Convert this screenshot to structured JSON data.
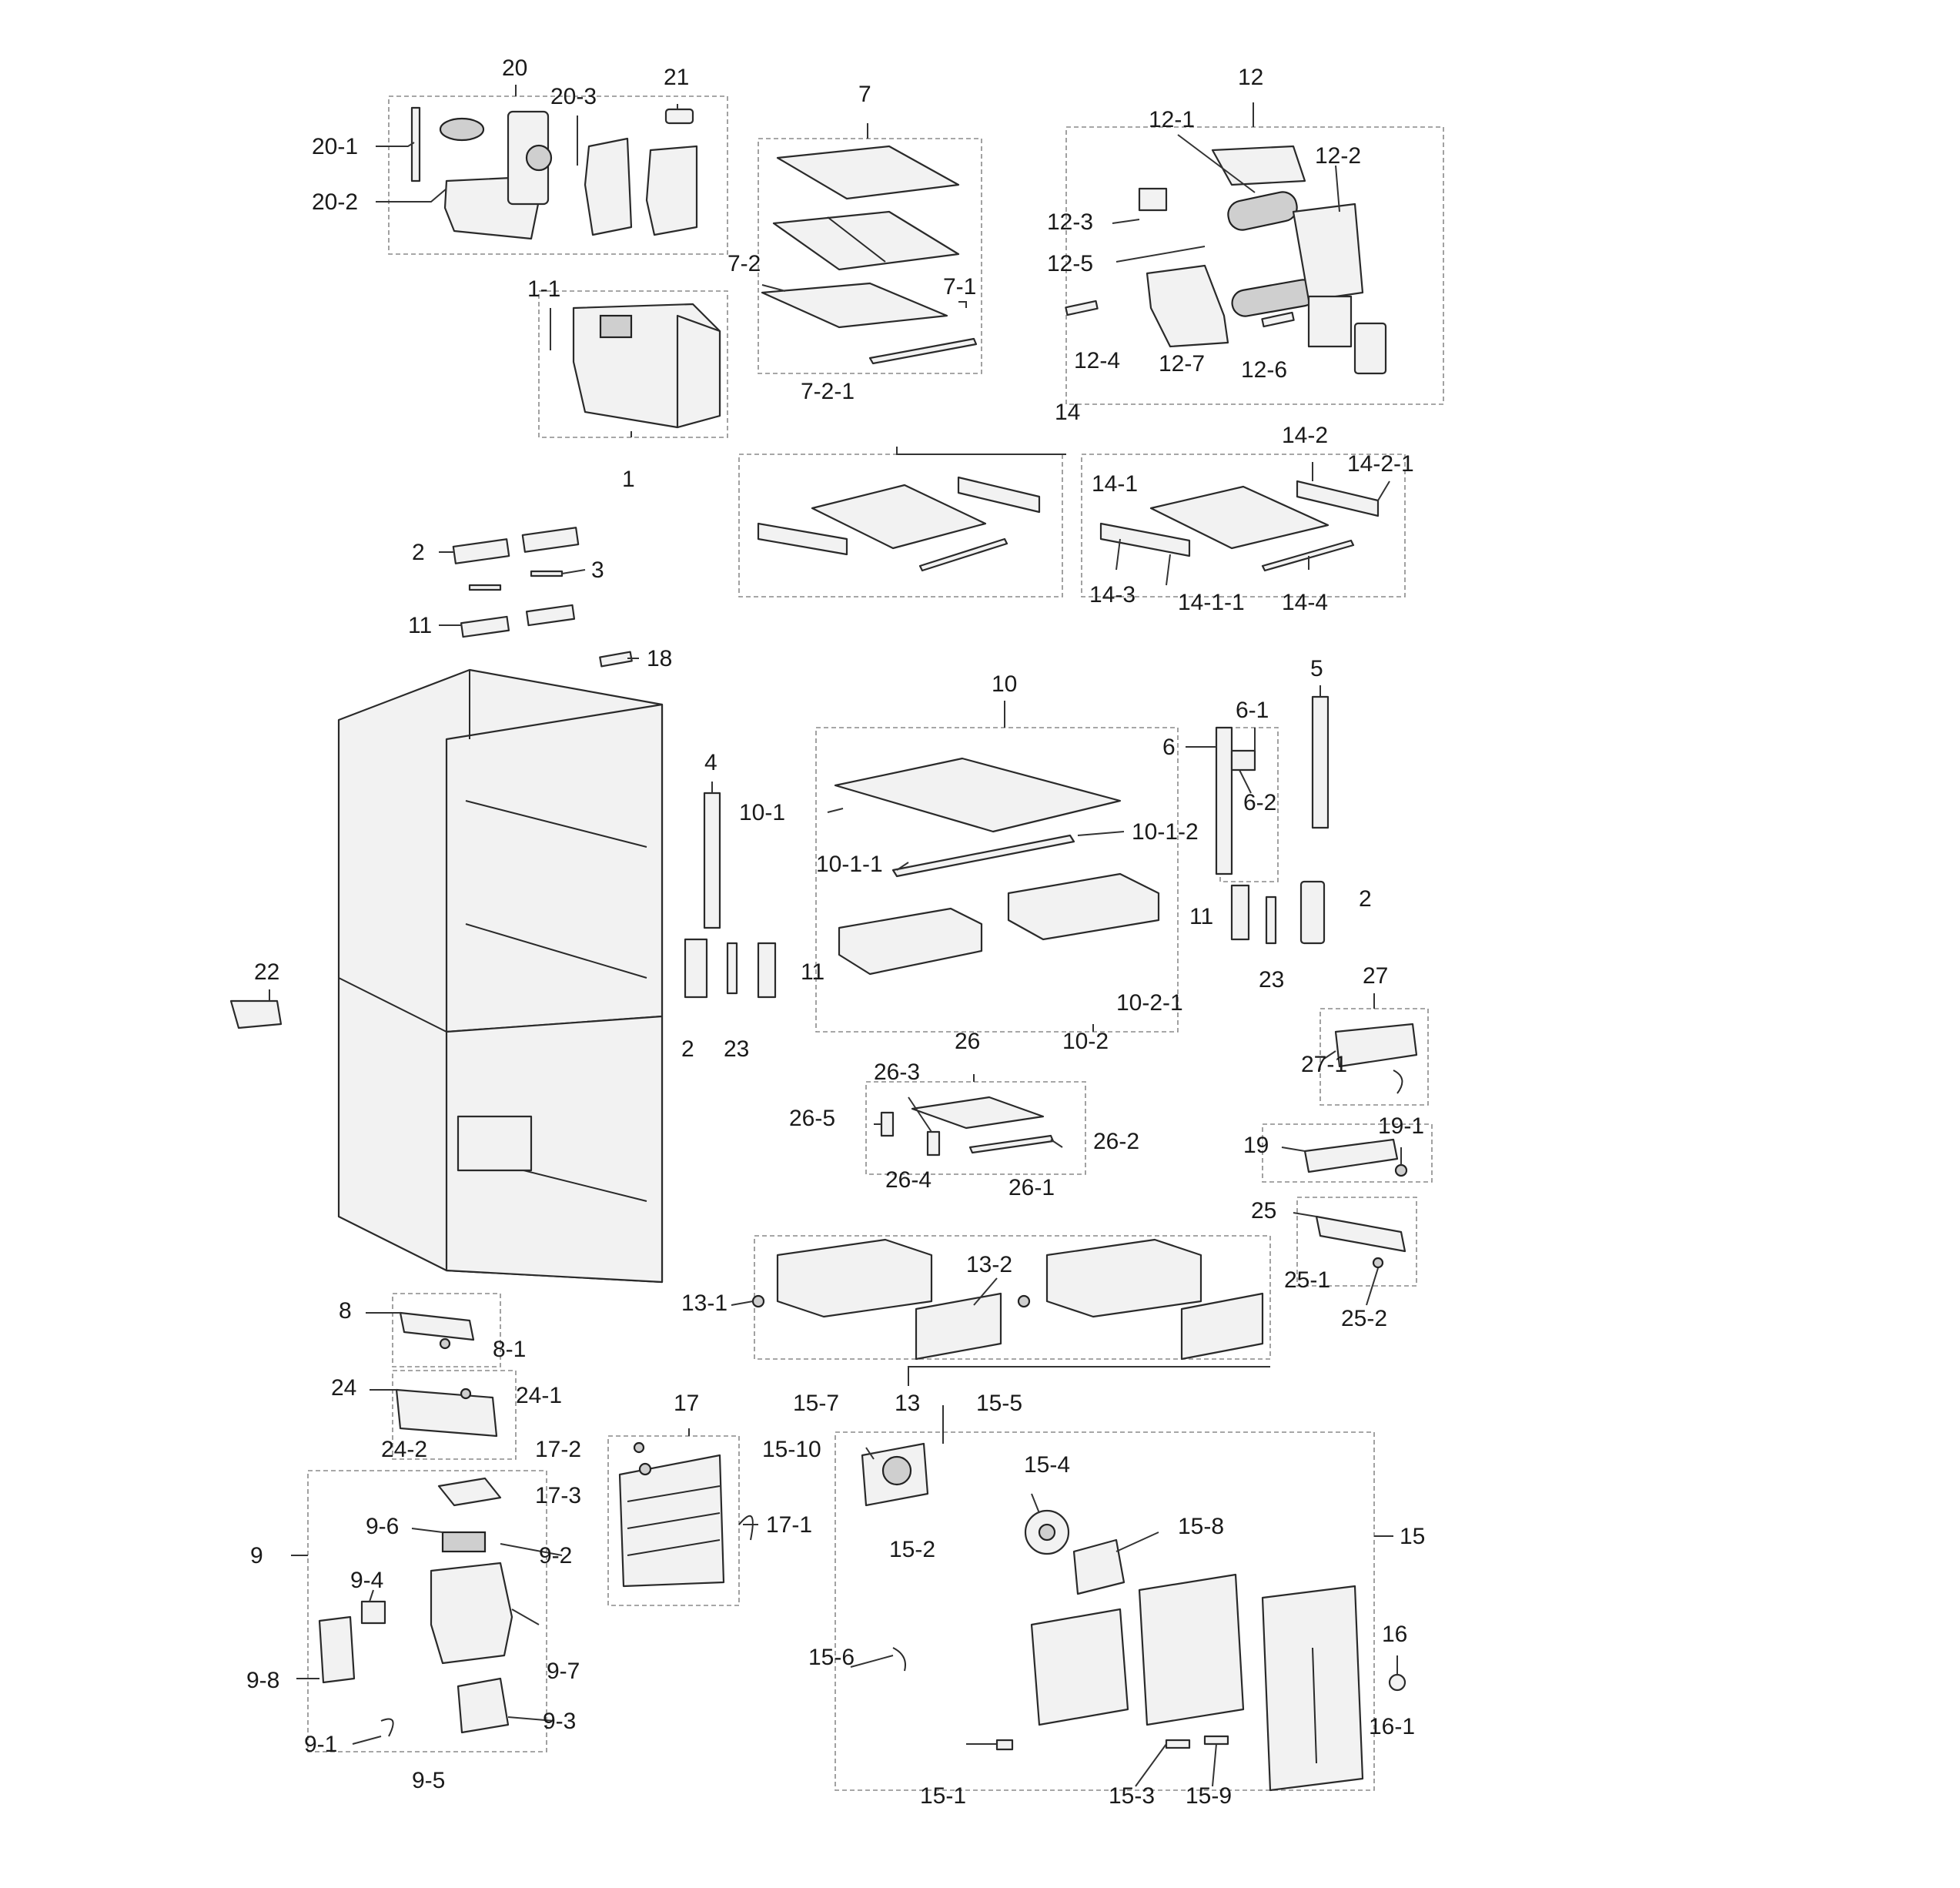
{
  "labels": [
    {
      "id": "20",
      "text": "20"
    },
    {
      "id": "20-1",
      "text": "20-1"
    },
    {
      "id": "20-2",
      "text": "20-2"
    },
    {
      "id": "20-3",
      "text": "20-3"
    },
    {
      "id": "21",
      "text": "21"
    },
    {
      "id": "7",
      "text": "7"
    },
    {
      "id": "7-1",
      "text": "7-1"
    },
    {
      "id": "7-2",
      "text": "7-2"
    },
    {
      "id": "7-2-1",
      "text": "7-2-1"
    },
    {
      "id": "12",
      "text": "12"
    },
    {
      "id": "12-1",
      "text": "12-1"
    },
    {
      "id": "12-2",
      "text": "12-2"
    },
    {
      "id": "12-3",
      "text": "12-3"
    },
    {
      "id": "12-4",
      "text": "12-4"
    },
    {
      "id": "12-5",
      "text": "12-5"
    },
    {
      "id": "12-6",
      "text": "12-6"
    },
    {
      "id": "12-7",
      "text": "12-7"
    },
    {
      "id": "1-1",
      "text": "1-1"
    },
    {
      "id": "1",
      "text": "1"
    },
    {
      "id": "14",
      "text": "14"
    },
    {
      "id": "14-1",
      "text": "14-1"
    },
    {
      "id": "14-1-1",
      "text": "14-1-1"
    },
    {
      "id": "14-2",
      "text": "14-2"
    },
    {
      "id": "14-2-1",
      "text": "14-2-1"
    },
    {
      "id": "14-3",
      "text": "14-3"
    },
    {
      "id": "14-4",
      "text": "14-4"
    },
    {
      "id": "2a",
      "text": "2"
    },
    {
      "id": "3",
      "text": "3"
    },
    {
      "id": "11a",
      "text": "11"
    },
    {
      "id": "18",
      "text": "18"
    },
    {
      "id": "10",
      "text": "10"
    },
    {
      "id": "10-1",
      "text": "10-1"
    },
    {
      "id": "10-1-1",
      "text": "10-1-1"
    },
    {
      "id": "10-1-2",
      "text": "10-1-2"
    },
    {
      "id": "10-2",
      "text": "10-2"
    },
    {
      "id": "10-2-1",
      "text": "10-2-1"
    },
    {
      "id": "4",
      "text": "4"
    },
    {
      "id": "5",
      "text": "5"
    },
    {
      "id": "6",
      "text": "6"
    },
    {
      "id": "6-1",
      "text": "6-1"
    },
    {
      "id": "6-2",
      "text": "6-2"
    },
    {
      "id": "11b",
      "text": "11"
    },
    {
      "id": "23a",
      "text": "23"
    },
    {
      "id": "2b",
      "text": "2"
    },
    {
      "id": "27",
      "text": "27"
    },
    {
      "id": "27-1",
      "text": "27-1"
    },
    {
      "id": "22",
      "text": "22"
    },
    {
      "id": "2c",
      "text": "2"
    },
    {
      "id": "23b",
      "text": "23"
    },
    {
      "id": "11c",
      "text": "11"
    },
    {
      "id": "26",
      "text": "26"
    },
    {
      "id": "26-1",
      "text": "26-1"
    },
    {
      "id": "26-2",
      "text": "26-2"
    },
    {
      "id": "26-3",
      "text": "26-3"
    },
    {
      "id": "26-4",
      "text": "26-4"
    },
    {
      "id": "26-5",
      "text": "26-5"
    },
    {
      "id": "19",
      "text": "19"
    },
    {
      "id": "19-1",
      "text": "19-1"
    },
    {
      "id": "25",
      "text": "25"
    },
    {
      "id": "25-1",
      "text": "25-1"
    },
    {
      "id": "25-2",
      "text": "25-2"
    },
    {
      "id": "13",
      "text": "13"
    },
    {
      "id": "13-1",
      "text": "13-1"
    },
    {
      "id": "13-2",
      "text": "13-2"
    },
    {
      "id": "8",
      "text": "8"
    },
    {
      "id": "8-1",
      "text": "8-1"
    },
    {
      "id": "24",
      "text": "24"
    },
    {
      "id": "24-1",
      "text": "24-1"
    },
    {
      "id": "24-2",
      "text": "24-2"
    },
    {
      "id": "17",
      "text": "17"
    },
    {
      "id": "17-1",
      "text": "17-1"
    },
    {
      "id": "17-2",
      "text": "17-2"
    },
    {
      "id": "17-3",
      "text": "17-3"
    },
    {
      "id": "9",
      "text": "9"
    },
    {
      "id": "9-1",
      "text": "9-1"
    },
    {
      "id": "9-2",
      "text": "9-2"
    },
    {
      "id": "9-3",
      "text": "9-3"
    },
    {
      "id": "9-4",
      "text": "9-4"
    },
    {
      "id": "9-5",
      "text": "9-5"
    },
    {
      "id": "9-6",
      "text": "9-6"
    },
    {
      "id": "9-7",
      "text": "9-7"
    },
    {
      "id": "9-8",
      "text": "9-8"
    },
    {
      "id": "15",
      "text": "15"
    },
    {
      "id": "15-1",
      "text": "15-1"
    },
    {
      "id": "15-2",
      "text": "15-2"
    },
    {
      "id": "15-3",
      "text": "15-3"
    },
    {
      "id": "15-4",
      "text": "15-4"
    },
    {
      "id": "15-5",
      "text": "15-5"
    },
    {
      "id": "15-6",
      "text": "15-6"
    },
    {
      "id": "15-7",
      "text": "15-7"
    },
    {
      "id": "15-8",
      "text": "15-8"
    },
    {
      "id": "15-9",
      "text": "15-9"
    },
    {
      "id": "15-10",
      "text": "15-10"
    },
    {
      "id": "16",
      "text": "16"
    },
    {
      "id": "16-1",
      "text": "16-1"
    }
  ]
}
